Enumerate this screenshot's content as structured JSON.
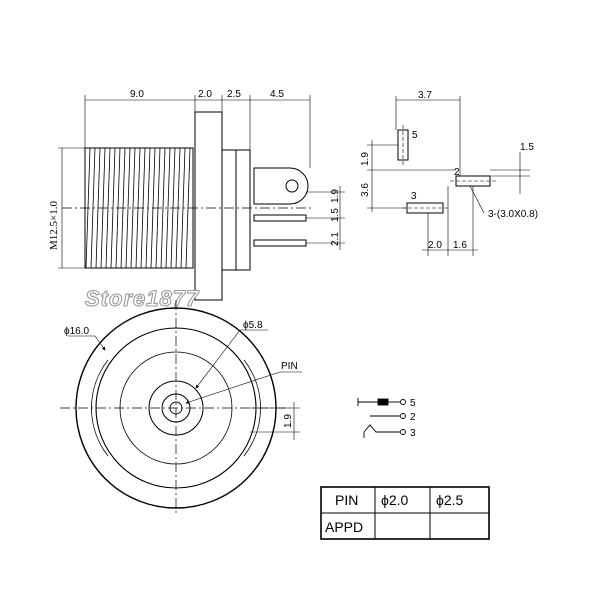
{
  "dimensions": {
    "body_length": "9.0",
    "flange": "2.0",
    "collar": "2.5",
    "terminal_tab": "4.5",
    "thread": "M12.5×1.0",
    "pin_spacing_a": "1.5",
    "pin_spacing_b": "2.1",
    "pin_offset_top": "1.9",
    "pcb_width": "3.7",
    "pcb_pin5": "5",
    "pcb_spacing_19": "1.9",
    "pcb_spacing_36": "3.6",
    "pcb_pin2": "2",
    "pcb_pin3": "3",
    "pcb_15": "1.5",
    "pcb_slot": "3-(3.0X0.8)",
    "pcb_20": "2.0",
    "pcb_16": "1.6",
    "outer_diameter": "ϕ16.0",
    "inner_diameter": "ϕ5.8",
    "pin_label": "PIN",
    "front_offset": "1.9"
  },
  "schematic": {
    "pin5": "5",
    "pin2": "2",
    "pin3": "3"
  },
  "watermark": "Store1877",
  "table": {
    "header": [
      "PIN",
      "ϕ2.0",
      "ϕ2.5"
    ],
    "row": [
      "APPD",
      "",
      ""
    ]
  },
  "colors": {
    "line": "#000000",
    "watermark_outline": "#9a9a9a"
  }
}
